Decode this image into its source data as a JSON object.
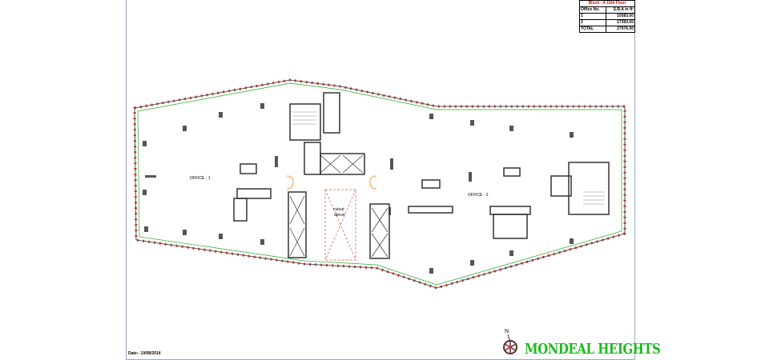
{
  "area_table": {
    "title": "Block - A 15th Floor",
    "headers": [
      "Office No.",
      "S.B.A in ft²"
    ],
    "rows": [
      [
        "1",
        "10583.00"
      ],
      [
        "2",
        "17393.00"
      ]
    ],
    "total_label": "TOTAL",
    "total_value": "27976.00"
  },
  "plan": {
    "office1_label": "OFFICE - 1",
    "office2_label": "OFFICE - 2",
    "cutout_label_1": "cutout",
    "cutout_label_2": "above"
  },
  "footer": {
    "date": "Date:- 19/08/2014",
    "north": "N",
    "brand": "MONDEAL HEIGHTS"
  },
  "colors": {
    "brand": "#1dba1d",
    "title": "#ee0000",
    "facade": "#e02020",
    "frame": "#9aa6c8"
  }
}
